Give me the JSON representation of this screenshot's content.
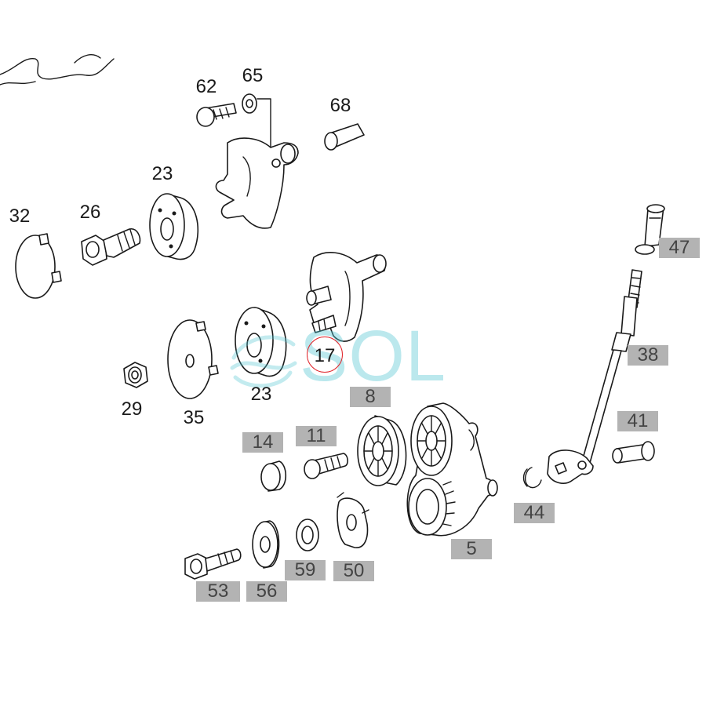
{
  "diagram": {
    "plain_labels": [
      "62",
      "65",
      "68",
      "23",
      "32",
      "26",
      "29",
      "35",
      "23",
      "17"
    ],
    "tagged_labels": [
      "47",
      "38",
      "8",
      "14",
      "11",
      "41",
      "44",
      "5",
      "59",
      "50",
      "53",
      "56"
    ],
    "highlighted_label": "17",
    "colors": {
      "line": "#1a1a1a",
      "tag_background": "#b3b3b3",
      "tag_text": "#444444",
      "highlight_circle": "#e0262c",
      "watermark": "#56c7d4"
    }
  },
  "watermark": {
    "text": "SOL"
  }
}
